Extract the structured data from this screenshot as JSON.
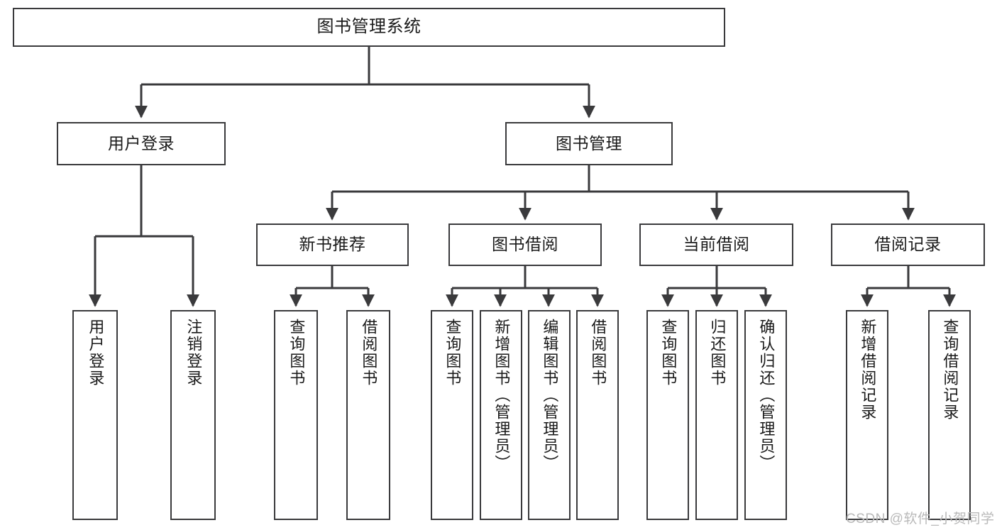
{
  "diagram": {
    "title": "图书管理系统",
    "type": "hierarchy-tree",
    "root": {
      "id": "root",
      "label": "图书管理系统"
    },
    "level2": [
      {
        "id": "user-login",
        "label": "用户登录"
      },
      {
        "id": "book-manage",
        "label": "图书管理"
      }
    ],
    "level3": [
      {
        "id": "new-book-rec",
        "label": "新书推荐"
      },
      {
        "id": "book-borrow",
        "label": "图书借阅"
      },
      {
        "id": "current-borrow",
        "label": "当前借阅"
      },
      {
        "id": "borrow-record",
        "label": "借阅记录"
      }
    ],
    "leaves": [
      {
        "id": "leaf-user-login",
        "label": "用户登录",
        "parent": "user-login"
      },
      {
        "id": "leaf-logout",
        "label": "注销登录",
        "parent": "user-login"
      },
      {
        "id": "leaf-query-book-1",
        "label": "查询图书",
        "parent": "new-book-rec"
      },
      {
        "id": "leaf-borrow-book-1",
        "label": "借阅图书",
        "parent": "new-book-rec"
      },
      {
        "id": "leaf-query-book-2",
        "label": "查询图书",
        "parent": "book-borrow"
      },
      {
        "id": "leaf-add-book",
        "label": "新增图书（管理员）",
        "parent": "book-borrow"
      },
      {
        "id": "leaf-edit-book",
        "label": "编辑图书（管理员）",
        "parent": "book-borrow"
      },
      {
        "id": "leaf-borrow-book-2",
        "label": "借阅图书",
        "parent": "book-borrow"
      },
      {
        "id": "leaf-query-book-3",
        "label": "查询图书",
        "parent": "current-borrow"
      },
      {
        "id": "leaf-return-book",
        "label": "归还图书",
        "parent": "current-borrow"
      },
      {
        "id": "leaf-confirm-return",
        "label": "确认归还（管理员）",
        "parent": "current-borrow"
      },
      {
        "id": "leaf-add-record",
        "label": "新增借阅记录",
        "parent": "borrow-record"
      },
      {
        "id": "leaf-query-record",
        "label": "查询借阅记录",
        "parent": "borrow-record"
      }
    ]
  },
  "watermark": {
    "text": "CSDN @软件_小贺同学"
  },
  "colors": {
    "stroke": "#3a3a3c",
    "background": "#ffffff",
    "text": "#1a1a1a",
    "watermark": "#b9b9b9"
  }
}
